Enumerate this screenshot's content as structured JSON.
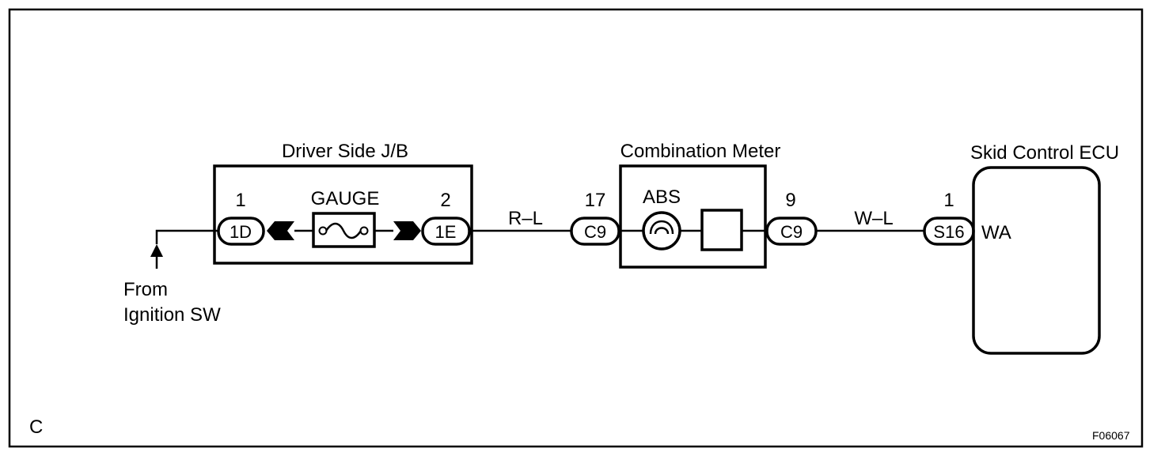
{
  "corner_code": "C",
  "figure_id": "F06067",
  "source": {
    "line1": "From",
    "line2": "Ignition SW"
  },
  "jb": {
    "title": "Driver Side J/B",
    "fuse_label": "GAUGE",
    "left_pin": "1",
    "left_connector": "1D",
    "right_pin": "2",
    "right_connector": "1E"
  },
  "wire1": {
    "color": "R–L"
  },
  "meter": {
    "title": "Combination Meter",
    "lamp_label": "ABS",
    "in_pin": "17",
    "in_connector": "C9",
    "out_pin": "9",
    "out_connector": "C9"
  },
  "wire2": {
    "color": "W–L"
  },
  "ecu": {
    "title": "Skid Control ECU",
    "pin": "1",
    "connector": "S16",
    "terminal": "WA"
  }
}
